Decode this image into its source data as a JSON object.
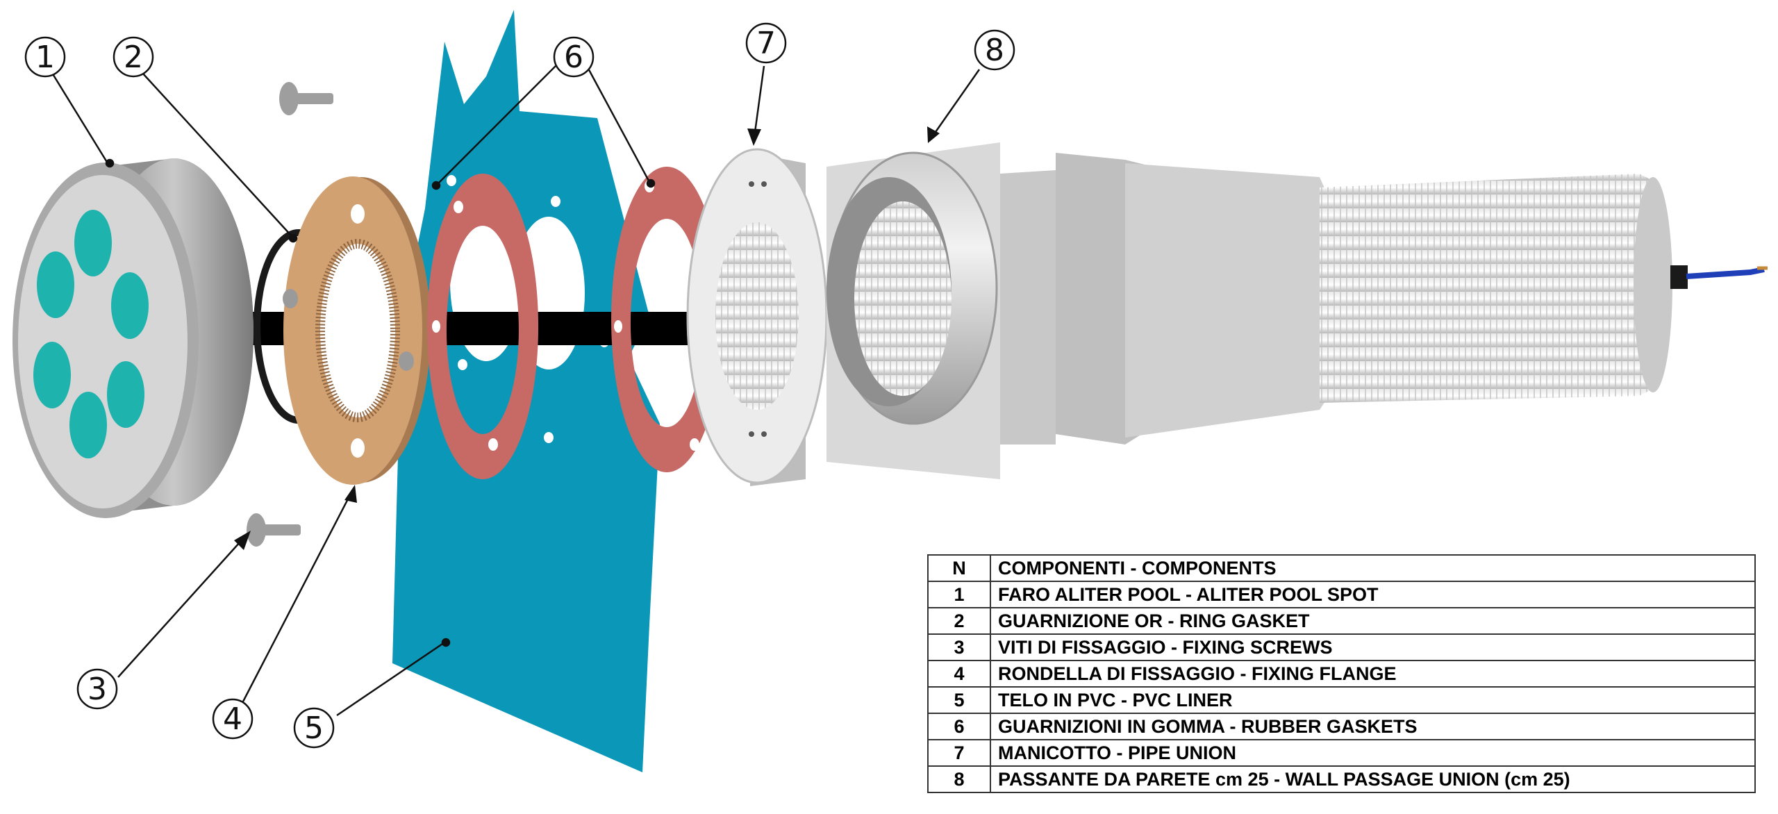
{
  "callouts": [
    "1",
    "2",
    "3",
    "4",
    "5",
    "6",
    "6",
    "7",
    "8"
  ],
  "colors": {
    "teal_liner": "#0a97b8",
    "bronze_flange": "#d2a172",
    "red_gasket": "#c76a66",
    "spot_lens": "#1fb3ae",
    "light_grey": "#e3e3e3",
    "mid_grey": "#a5a5a5"
  },
  "table": {
    "header": {
      "n": "N",
      "label": "COMPONENTI - COMPONENTS"
    },
    "rows": [
      {
        "n": "1",
        "label": "FARO ALITER POOL - ALITER POOL SPOT"
      },
      {
        "n": "2",
        "label": "GUARNIZIONE OR - RING GASKET"
      },
      {
        "n": "3",
        "label": "VITI DI FISSAGGIO - FIXING SCREWS"
      },
      {
        "n": "4",
        "label": "RONDELLA DI FISSAGGIO - FIXING FLANGE"
      },
      {
        "n": "5",
        "label": "TELO IN PVC - PVC LINER"
      },
      {
        "n": "6",
        "label": "GUARNIZIONI IN GOMMA - RUBBER GASKETS"
      },
      {
        "n": "7",
        "label": "MANICOTTO - PIPE UNION"
      },
      {
        "n": "8",
        "label": "PASSANTE DA PARETE cm 25 - WALL PASSAGE UNION (cm 25)"
      }
    ]
  }
}
